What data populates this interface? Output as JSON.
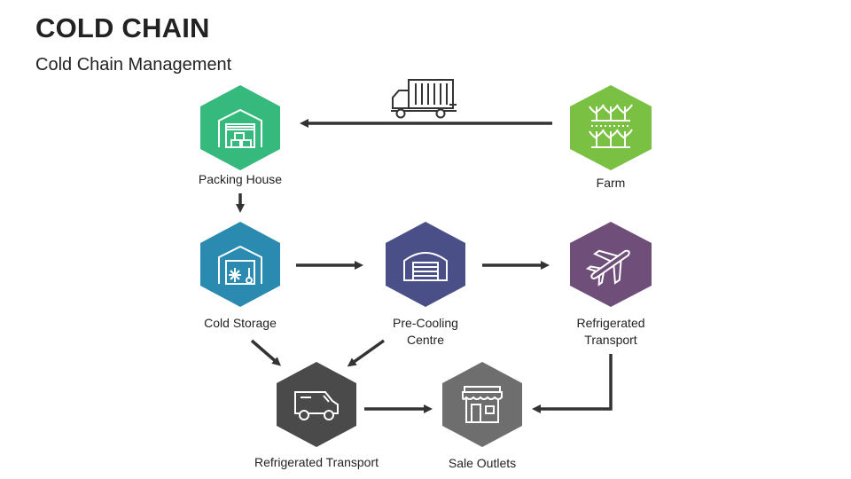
{
  "header": {
    "title": "COLD CHAIN",
    "subtitle": "Cold Chain Management"
  },
  "colors": {
    "packing_house": "#35b97c",
    "farm": "#7ac143",
    "cold_storage": "#2a8ab0",
    "pre_cooling": "#4b4f87",
    "refrigerated_transport_air": "#6f4f7a",
    "refrigerated_transport_road": "#4a4a4a",
    "sale_outlets": "#6e6e6e",
    "arrow": "#333333"
  },
  "nodes": {
    "packing_house": {
      "label": "Packing House",
      "icon": "warehouse-boxes-icon"
    },
    "farm": {
      "label": "Farm",
      "icon": "plants-icon"
    },
    "cold_storage": {
      "label": "Cold Storage",
      "icon": "snowflake-warehouse-icon"
    },
    "pre_cooling": {
      "label_line1": "Pre-Cooling",
      "label_line2": "Centre",
      "icon": "garage-icon"
    },
    "refrigerated_transport_air": {
      "label_line1": "Refrigerated",
      "label_line2": "Transport",
      "icon": "airplane-icon"
    },
    "refrigerated_transport_road": {
      "label": "Refrigerated Transport",
      "icon": "van-icon"
    },
    "sale_outlets": {
      "label": "Sale Outlets",
      "icon": "shop-icon"
    }
  },
  "connector_icon": "truck-icon"
}
